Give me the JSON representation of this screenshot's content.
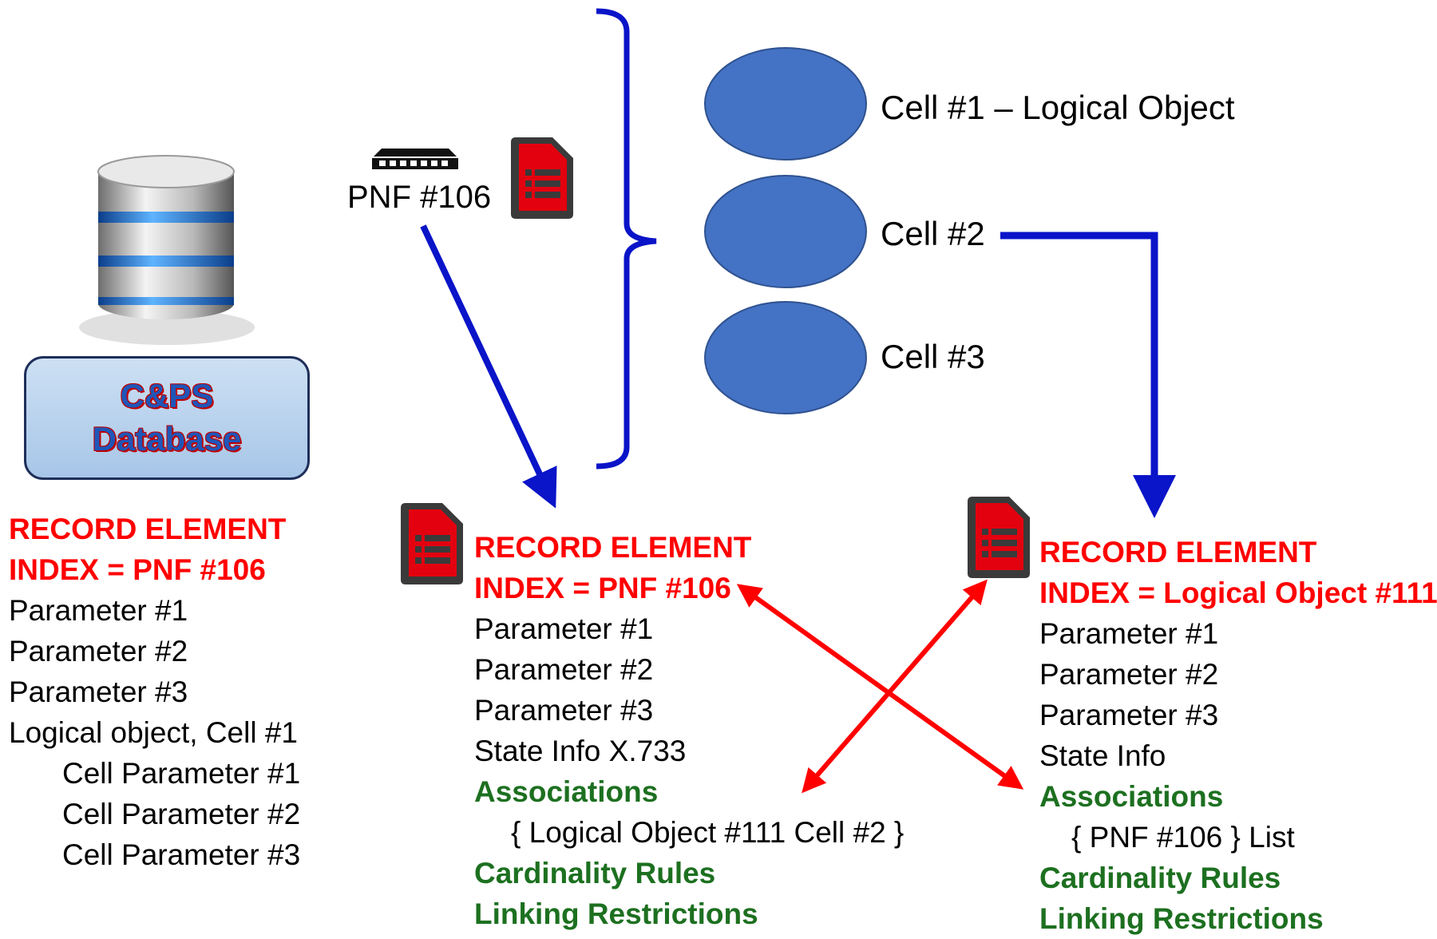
{
  "database": {
    "line1": "C&PS",
    "line2": "Database"
  },
  "pnf_label": "PNF #106",
  "cells": [
    "Cell #1 – Logical Object",
    "Cell #2",
    "Cell #3"
  ],
  "left_record": {
    "header1": "RECORD ELEMENT",
    "header2": "INDEX = PNF #106",
    "lines": [
      "Parameter #1",
      "Parameter #2",
      "Parameter #3",
      "Logical object, Cell #1"
    ],
    "sub_lines": [
      "Cell Parameter #1",
      "Cell Parameter #2",
      "Cell Parameter #3"
    ]
  },
  "middle_record": {
    "header1": "RECORD ELEMENT",
    "header2": "INDEX = PNF #106",
    "lines": [
      "Parameter #1",
      "Parameter #2",
      "Parameter #3",
      "State Info X.733"
    ],
    "associations_label": "Associations",
    "associations_value": "{ Logical Object #111 Cell #2 }",
    "cardinality_label": "Cardinality Rules",
    "linking_label": "Linking Restrictions"
  },
  "right_record": {
    "header1": "RECORD ELEMENT",
    "header2": "INDEX = Logical Object #111",
    "lines": [
      "Parameter #1",
      "Parameter #2",
      "Parameter #3",
      "State Info"
    ],
    "associations_label": "Associations",
    "associations_value": "{ PNF #106 } List",
    "cardinality_label": "Cardinality Rules",
    "linking_label": "Linking Restrictions"
  },
  "colors": {
    "red": "#ff0000",
    "green": "#1d7020",
    "blue_arrow": "#0a14c8",
    "ellipse": "#4472c4",
    "doc_icon": "#e3000f"
  },
  "icons": [
    "database-icon",
    "network-switch-icon",
    "document-icon"
  ]
}
